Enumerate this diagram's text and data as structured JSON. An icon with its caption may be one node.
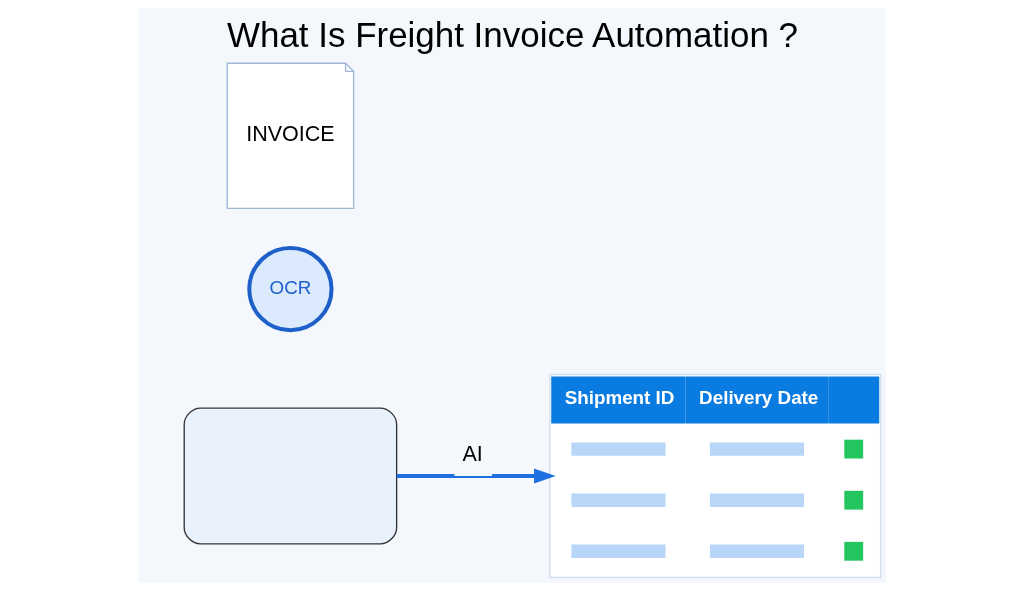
{
  "diagram": {
    "title": "What Is Freight Invoice Automation ?",
    "nodes": [
      {
        "text": [],
        "shape": "box"
      },
      {
        "text": [
          "INVOICE"
        ]
      },
      {
        "text": [
          "OCR"
        ]
      },
      {
        "text": [
          "Shipment ID",
          "Delivery Date"
        ]
      }
    ],
    "edges": [
      {
        "from": 0,
        "to": 3,
        "arrow": "to",
        "label": "AI"
      }
    ]
  }
}
